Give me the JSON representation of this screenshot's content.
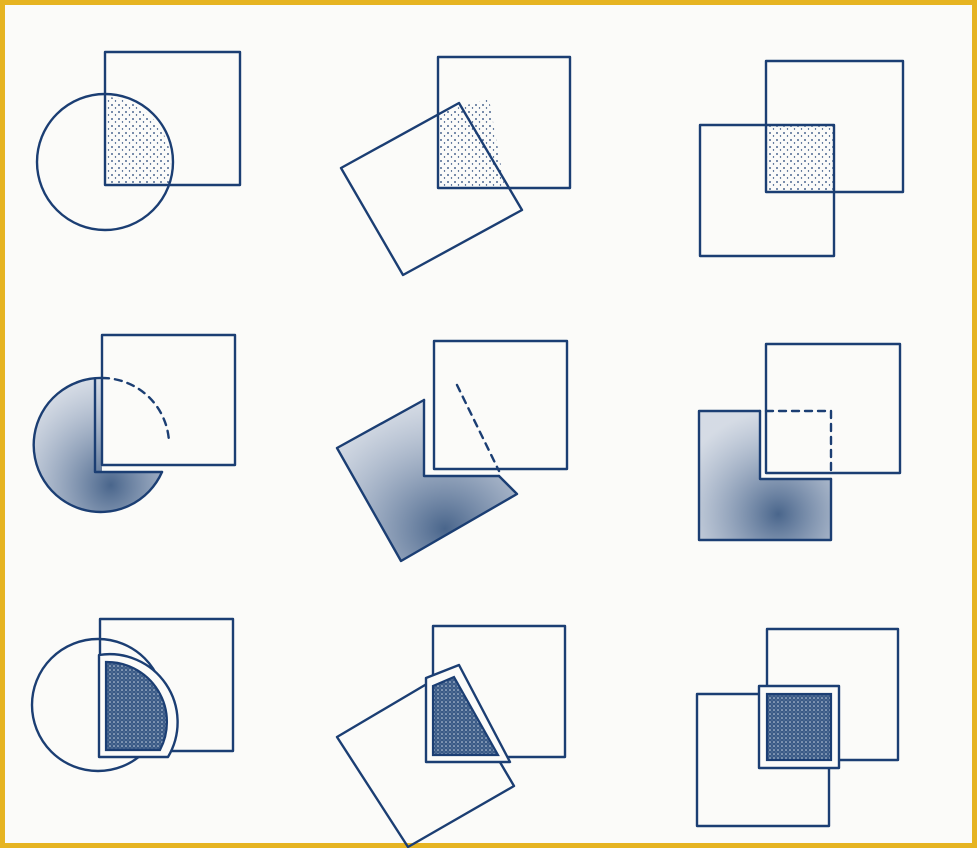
{
  "colors": {
    "ink": "#1b3e73",
    "paper": "#fbfbf9",
    "frame": "#e6b422",
    "shade_light": "#7f93b4",
    "shade_dark": "#24466f"
  },
  "figure": {
    "rows": [
      {
        "operation": "intersection",
        "fill": "dots"
      },
      {
        "operation": "difference",
        "fill": "gradient"
      },
      {
        "operation": "intersection-inset",
        "fill": "dense"
      }
    ],
    "columns": [
      {
        "shapes": [
          "circle",
          "square"
        ]
      },
      {
        "shapes": [
          "rotated-square",
          "square"
        ]
      },
      {
        "shapes": [
          "square",
          "square"
        ]
      }
    ]
  }
}
